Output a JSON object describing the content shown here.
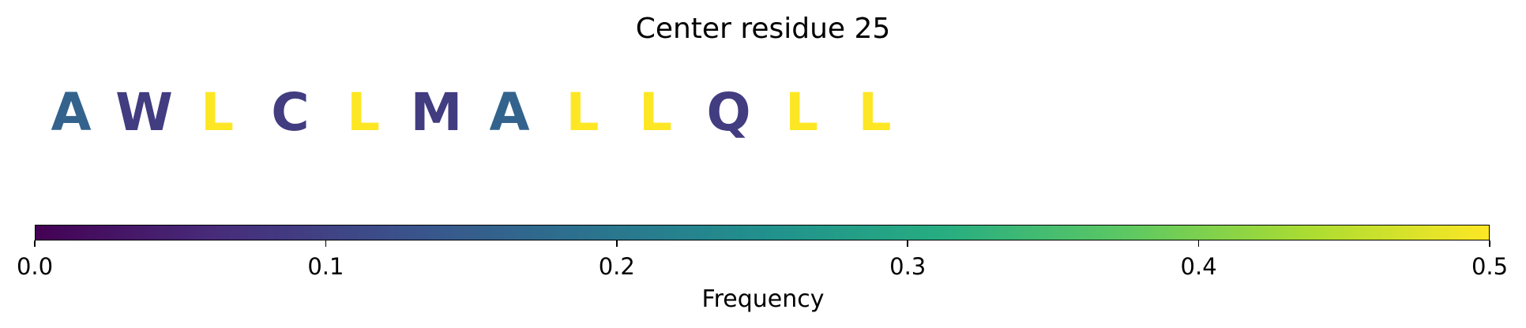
{
  "chart_data": {
    "type": "sequence-logo",
    "title": "Center residue 25",
    "residues": [
      {
        "letter": "A",
        "value": 0.16
      },
      {
        "letter": "W",
        "value": 0.09
      },
      {
        "letter": "L",
        "value": 0.5
      },
      {
        "letter": "C",
        "value": 0.09
      },
      {
        "letter": "L",
        "value": 0.5
      },
      {
        "letter": "M",
        "value": 0.09
      },
      {
        "letter": "A",
        "value": 0.16
      },
      {
        "letter": "L",
        "value": 0.5
      },
      {
        "letter": "L",
        "value": 0.5
      },
      {
        "letter": "Q",
        "value": 0.09
      },
      {
        "letter": "L",
        "value": 0.5
      },
      {
        "letter": "L",
        "value": 0.5
      }
    ],
    "colorbar": {
      "label": "Frequency",
      "colormap": "viridis",
      "range": [
        0,
        0.5
      ],
      "ticks": [
        "0.0",
        "0.1",
        "0.2",
        "0.3",
        "0.4",
        "0.5"
      ]
    }
  }
}
